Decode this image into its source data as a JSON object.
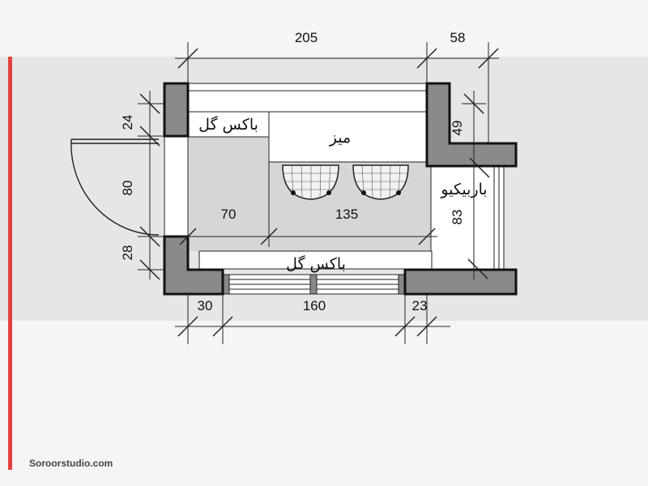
{
  "dimensions": {
    "top_width": "205",
    "top_right": "58",
    "left_upper": "24",
    "left_door": "80",
    "left_lower": "28",
    "right_upper": "49",
    "right_lower": "83",
    "inner_left": "70",
    "inner_middle": "135",
    "bottom_left": "30",
    "bottom_window": "160",
    "bottom_right": "23"
  },
  "labels": {
    "flower_box_top": "باکس گل",
    "table": "میز",
    "barbecue": "باربیکیو",
    "flower_box_bottom": "باکس گل"
  },
  "footer": {
    "site": "Soroorstudio.com"
  },
  "colors": {
    "accent_line": "#e2403f",
    "wall": "#8a8a8a",
    "band": "#e6e6e6",
    "floor": "#d6d6d6"
  }
}
